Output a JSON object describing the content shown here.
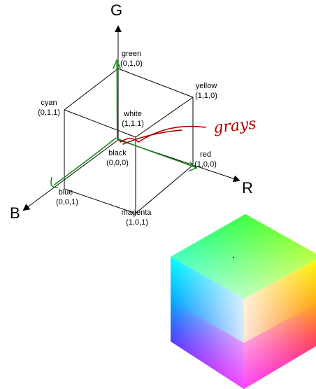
{
  "axes": {
    "g": "G",
    "r": "R",
    "b": "B"
  },
  "vertices": {
    "green": {
      "name": "green",
      "coord": "(0,1,0)"
    },
    "yellow": {
      "name": "yellow",
      "coord": "(1,1,0)"
    },
    "cyan": {
      "name": "cyan",
      "coord": "(0,1,1)"
    },
    "white": {
      "name": "white",
      "coord": "(1,1,1)"
    },
    "black": {
      "name": "black",
      "coord": "(0,0,0)"
    },
    "red": {
      "name": "red",
      "coord": "(1,0,0)"
    },
    "blue": {
      "name": "blue",
      "coord": "(0,0,1)"
    },
    "magenta": {
      "name": "magenta",
      "coord": "(1,0,1)"
    }
  },
  "annotation": {
    "text": "grays",
    "ink_color": "#b10000"
  },
  "axis_trace_color": "#1f8a1f",
  "colors": {
    "green": "#00ff00",
    "yellow": "#ffff00",
    "cyan": "#00ffff",
    "white": "#ffffff",
    "red": "#ff0000",
    "blue": "#0000ff",
    "magenta": "#ff00ff"
  }
}
